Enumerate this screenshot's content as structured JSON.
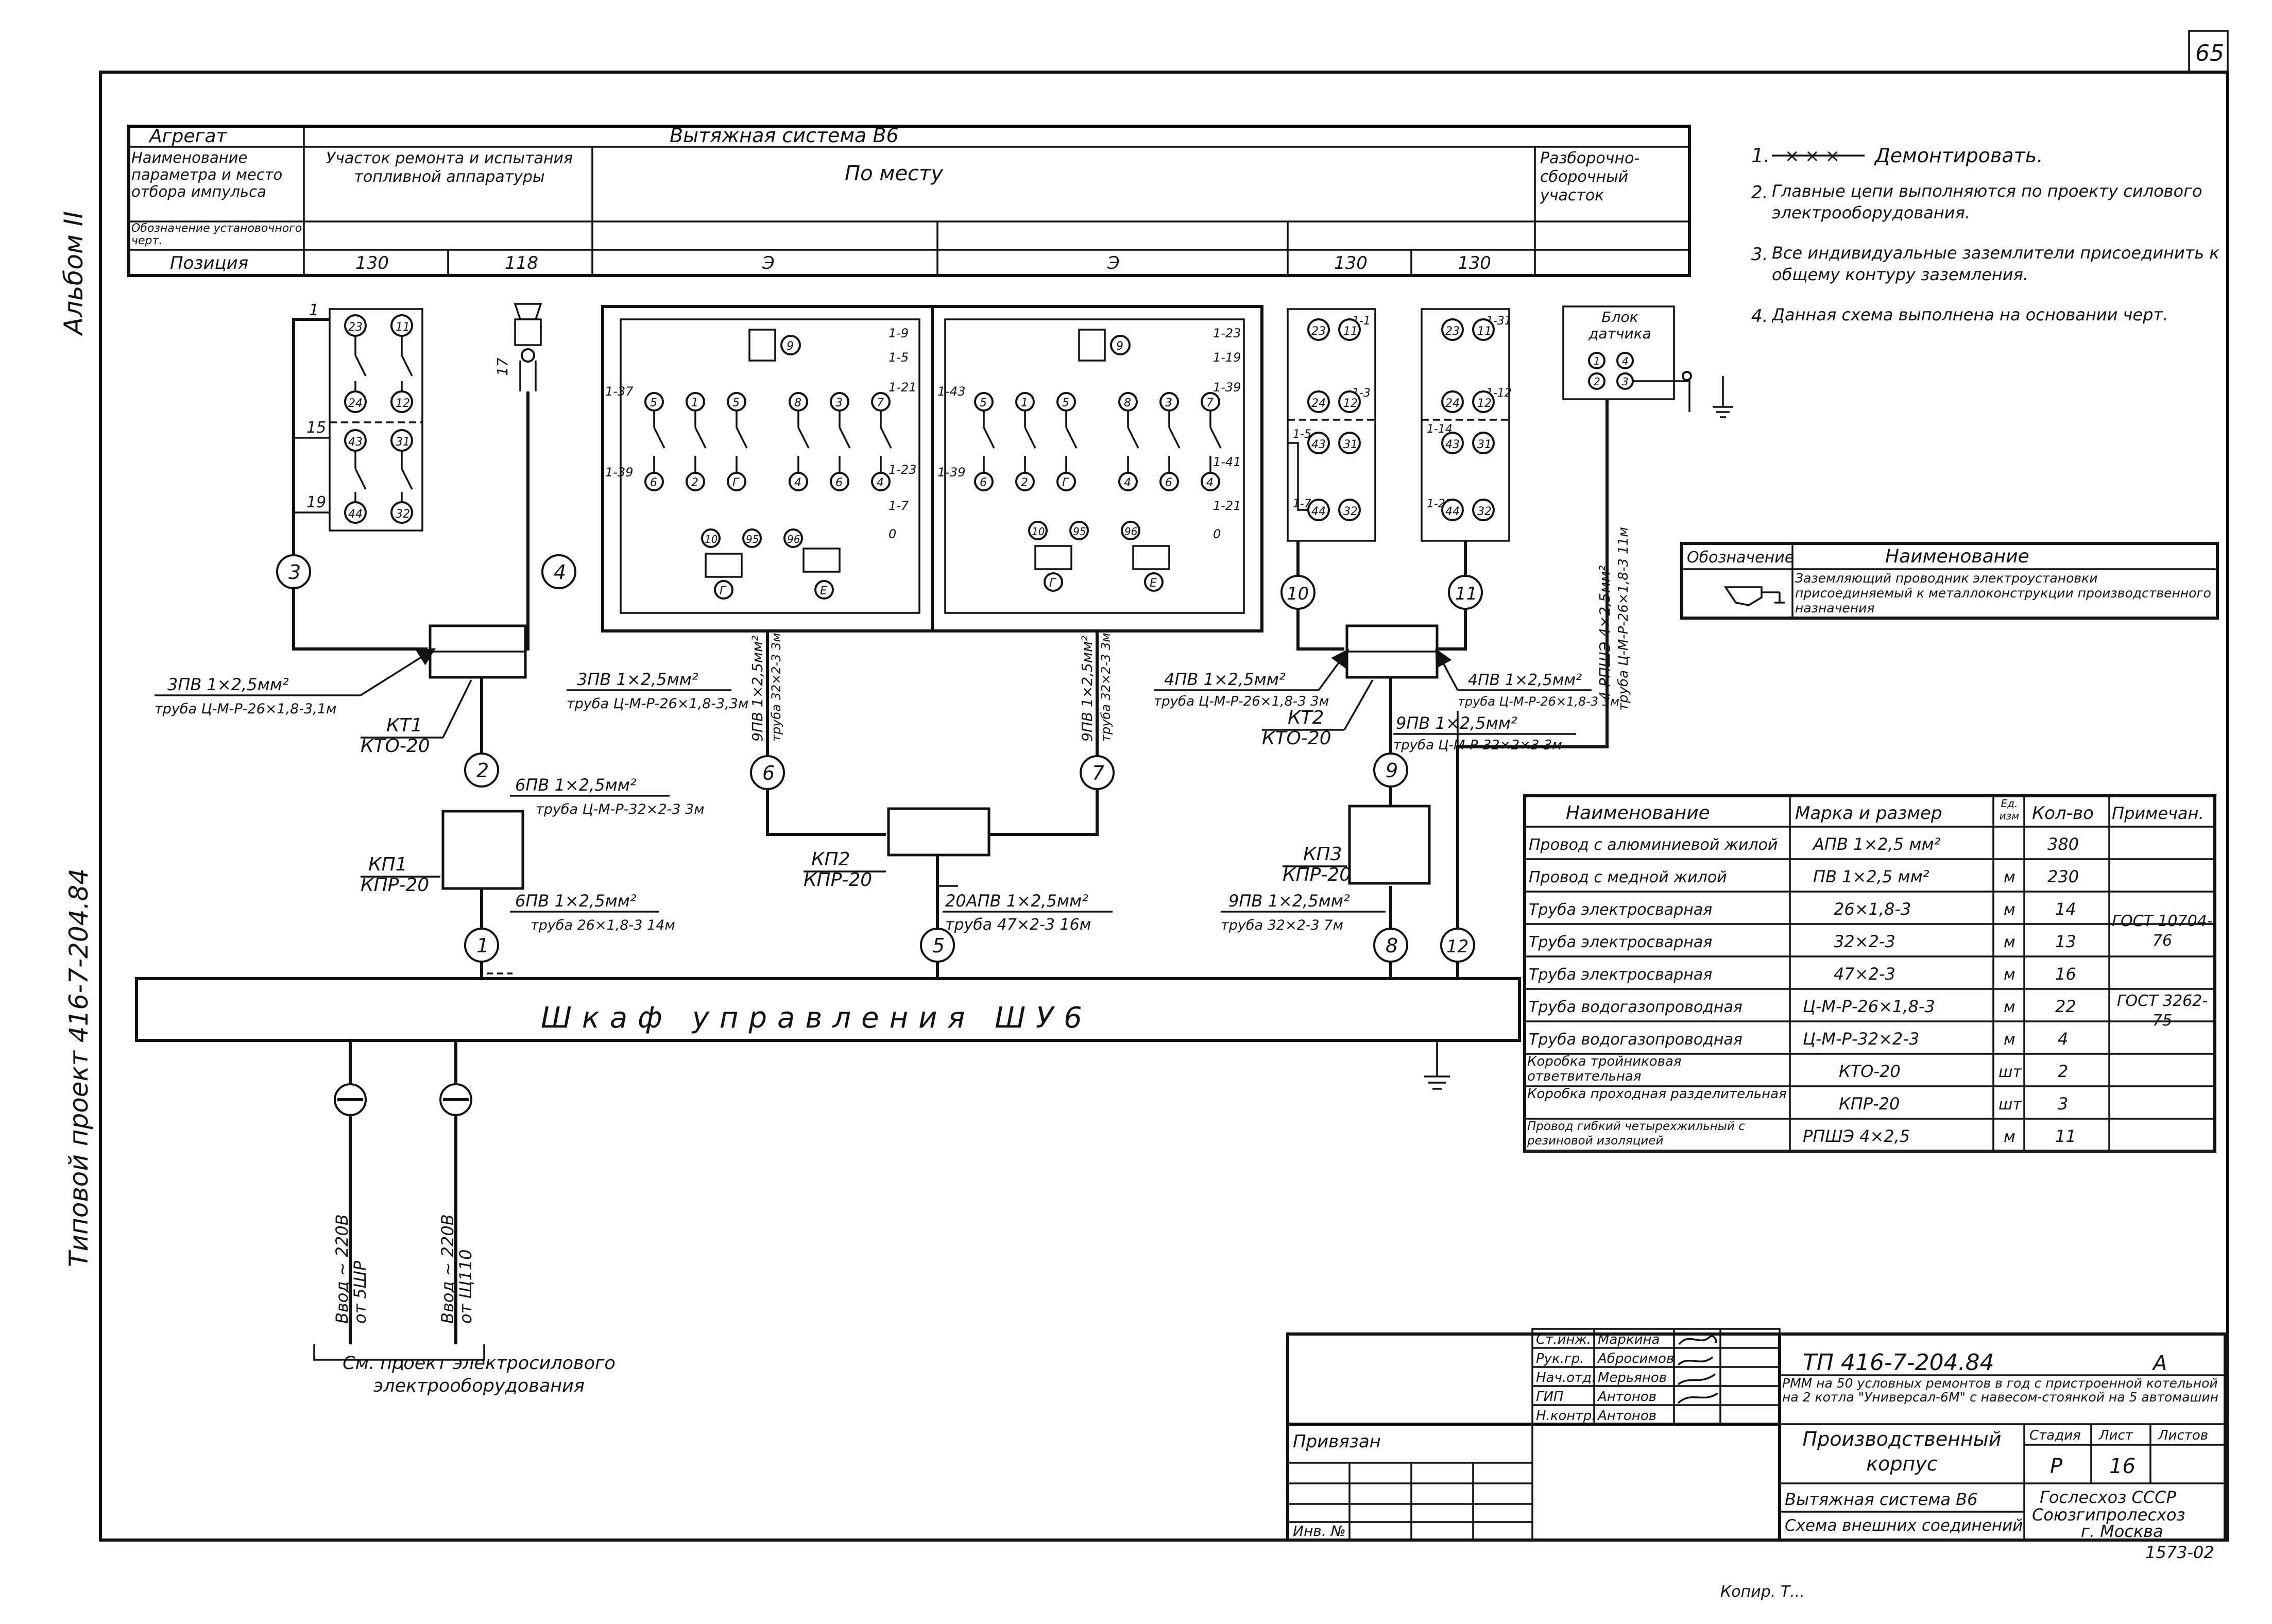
{
  "sheet_number": "65",
  "side_labels": {
    "album": "Альбом II",
    "project": "Типовой проект 416-7-204.84"
  },
  "top_table": {
    "row_agregat": "Агрегат",
    "system_name": "Вытяжная система В6",
    "row_param": "Наименование параметра и место отбора импульса",
    "col_repair": "Участок ремонта и испытания топливной аппаратуры",
    "col_place": "По месту",
    "col_dismantle": "Разборочно-сборочный участок",
    "row_designation": "Обозначение установочного черт.",
    "row_position": "Позиция",
    "positions": [
      "130",
      "118",
      "Э",
      "Э",
      "130",
      "130"
    ]
  },
  "notes": [
    {
      "num": "1.",
      "text": "Демонтировать."
    },
    {
      "num": "2.",
      "text": "Главные цепи выполняются по проекту силового электрооборудования."
    },
    {
      "num": "3.",
      "text": "Все индивидуальные заземлители присоединить к общему контуру заземления."
    },
    {
      "num": "4.",
      "text": "Данная схема выполнена на основании черт."
    }
  ],
  "legend": {
    "col_designation": "Обозначение",
    "col_name": "Наименование",
    "ground_text": "Заземляющий проводник электроустановки присоединяемый к металлоконструкции производственного назначения"
  },
  "sensor": {
    "title": "Блок датчика",
    "pins": [
      "1",
      "4",
      "2",
      "3"
    ]
  },
  "switches": {
    "a": {
      "terminals_top": [
        "1"
      ],
      "terminals_left": [
        "15",
        "19"
      ],
      "contacts": [
        "23",
        "11",
        "24",
        "12",
        "43",
        "31",
        "44",
        "32"
      ]
    },
    "fan": {
      "label": "17"
    },
    "b": {
      "left": [
        "1-37",
        "1-39"
      ],
      "contacts_top": [
        "5",
        "1",
        "5",
        "8",
        "3",
        "7"
      ],
      "contacts_bot": [
        "6",
        "2",
        "Г",
        "4",
        "6",
        "4"
      ],
      "right": [
        "1-9",
        "1-5",
        "1-21",
        "1-23",
        "1-7",
        "0"
      ],
      "bottom": [
        "10",
        "95",
        "96",
        "Г",
        "Е"
      ],
      "top": [
        "9"
      ]
    },
    "c": {
      "left": [
        "1-43",
        "1-39"
      ],
      "contacts_top": [
        "5",
        "1",
        "5",
        "8",
        "3",
        "7"
      ],
      "contacts_bot": [
        "6",
        "2",
        "Г",
        "4",
        "6",
        "4"
      ],
      "right": [
        "1-23",
        "1-19",
        "1-39",
        "1-41",
        "1-21",
        "0"
      ],
      "bottom": [
        "10",
        "95",
        "96",
        "Г",
        "Е"
      ],
      "top": [
        "9"
      ]
    },
    "d": {
      "terms": [
        "1-1",
        "1-3",
        "1-5",
        "1-7"
      ],
      "contacts": [
        "23",
        "11",
        "24",
        "12",
        "43",
        "31",
        "44",
        "32"
      ]
    },
    "e": {
      "terms": [
        "1-31",
        "1-12",
        "1-14",
        "1-21"
      ],
      "contacts": [
        "23",
        "11",
        "24",
        "12",
        "43",
        "31",
        "44",
        "32"
      ]
    }
  },
  "wire_numbers": [
    "1",
    "2",
    "3",
    "4",
    "5",
    "6",
    "7",
    "8",
    "9",
    "10",
    "11",
    "12"
  ],
  "boxes": {
    "kt1": {
      "name": "КТ1",
      "type": "КТО-20"
    },
    "kt2": {
      "name": "КТ2",
      "type": "КТО-20"
    },
    "kp1": {
      "name": "КП1",
      "type": "КПР-20"
    },
    "kp2": {
      "name": "КП2",
      "type": "КПР-20"
    },
    "kp3": {
      "name": "КП3",
      "type": "КПР-20"
    }
  },
  "cables": {
    "c3": [
      "3ПВ 1×2,5мм²",
      "труба Ц-М-Р-26×1,8-3,1м"
    ],
    "c4": [
      "3ПВ 1×2,5мм²",
      "труба Ц-М-Р-26×1,8-3,3м"
    ],
    "c2": [
      "6ПВ 1×2,5мм²",
      "труба Ц-М-Р-32×2-3 3м"
    ],
    "c1": [
      "6ПВ 1×2,5мм²",
      "труба 26×1,8-3 14м"
    ],
    "c6": [
      "9ПВ 1×2,5мм²",
      "труба 32×2-3 3м"
    ],
    "c7": [
      "9ПВ 1×2,5мм²",
      "труба 32×2-3 3м"
    ],
    "c5": [
      "20АПВ 1×2,5мм²",
      "труба 47×2-3 16м"
    ],
    "c10": [
      "4ПВ 1×2,5мм²",
      "труба Ц-М-Р-26×1,8-3 3м"
    ],
    "c11": [
      "4ПВ 1×2,5мм²",
      "труба Ц-М-Р-26×1,8-3 3м"
    ],
    "c9": [
      "9ПВ 1×2,5мм²",
      "труба Ц-М-Р-32×2×3 3м"
    ],
    "c8": [
      "9ПВ 1×2,5мм²",
      "труба 32×2-3 7м"
    ],
    "c12": [
      "4 РПШЭ 4×2,5мм²",
      "труба Ц-М-Р-26×1,8-3 11м"
    ]
  },
  "cabinet": "Шкаф управления ШУ6",
  "inputs": [
    {
      "line1": "Ввод ~ 220В",
      "line2": "от 5ШР"
    },
    {
      "line1": "Ввод ~ 220В",
      "line2": "от Щ110"
    }
  ],
  "see_project": "См. проект электросилового электрооборудования",
  "materials": {
    "headers": [
      "Наименование",
      "Марка и размер",
      "Ед. изм",
      "Кол-во",
      "Примечан."
    ],
    "rows": [
      [
        "Провод с алюминиевой жилой",
        "АПВ 1×2,5 мм²",
        "",
        "380",
        ""
      ],
      [
        "Провод с медной жилой",
        "ПВ 1×2,5 мм²",
        "м",
        "230",
        ""
      ],
      [
        "Труба электросварная",
        "26×1,8-3",
        "м",
        "14",
        ""
      ],
      [
        "Труба электросварная",
        "32×2-3",
        "м",
        "13",
        "ГОСТ 10704-76"
      ],
      [
        "Труба электросварная",
        "47×2-3",
        "м",
        "16",
        ""
      ],
      [
        "Труба водогазопроводная",
        "Ц-М-Р-26×1,8-3",
        "м",
        "22",
        "ГОСТ 3262-75"
      ],
      [
        "Труба водогазопроводная",
        "Ц-М-Р-32×2-3",
        "м",
        "4",
        ""
      ],
      [
        "Коробка тройниковая ответвительная",
        "КТО-20",
        "шт",
        "2",
        ""
      ],
      [
        "Коробка проходная разделительная",
        "КПР-20",
        "шт",
        "3",
        ""
      ],
      [
        "Провод гибкий четырехжильный с резиновой изоляцией",
        "РПШЭ 4×2,5",
        "м",
        "11",
        ""
      ]
    ]
  },
  "title_block": {
    "staff": [
      [
        "Ст.инж.",
        "Маркина"
      ],
      [
        "Рук.гр.",
        "Абросимов"
      ],
      [
        "Нач.отд.",
        "Мерьянов"
      ],
      [
        "ГИП",
        "Антонов"
      ],
      [
        "Н.контр.",
        "Антонов"
      ]
    ],
    "code": "ТП 416-7-204.84",
    "letter": "А",
    "project_desc": "РММ на 50 условных ремонтов в год с пристроенной котельной на 2 котла \"Универсал-6М\" с навесом-стоянкой на 5 автомашин",
    "building": "Производственный корпус",
    "stage_h": "Стадия",
    "sheet_h": "Лист",
    "sheets_h": "Листов",
    "stage": "Р",
    "sheet": "16",
    "sheets": "",
    "drawing1": "Вытяжная система В6",
    "drawing2": "Схема внешних соединений",
    "org1": "Гослесхоз СССР",
    "org2": "Союзгипролесхоз",
    "org3": "г. Москва",
    "bound": "Привязан",
    "inv": "Инв. №",
    "stamp": "1573-02"
  },
  "footer_scribble": "Копир. Т..."
}
